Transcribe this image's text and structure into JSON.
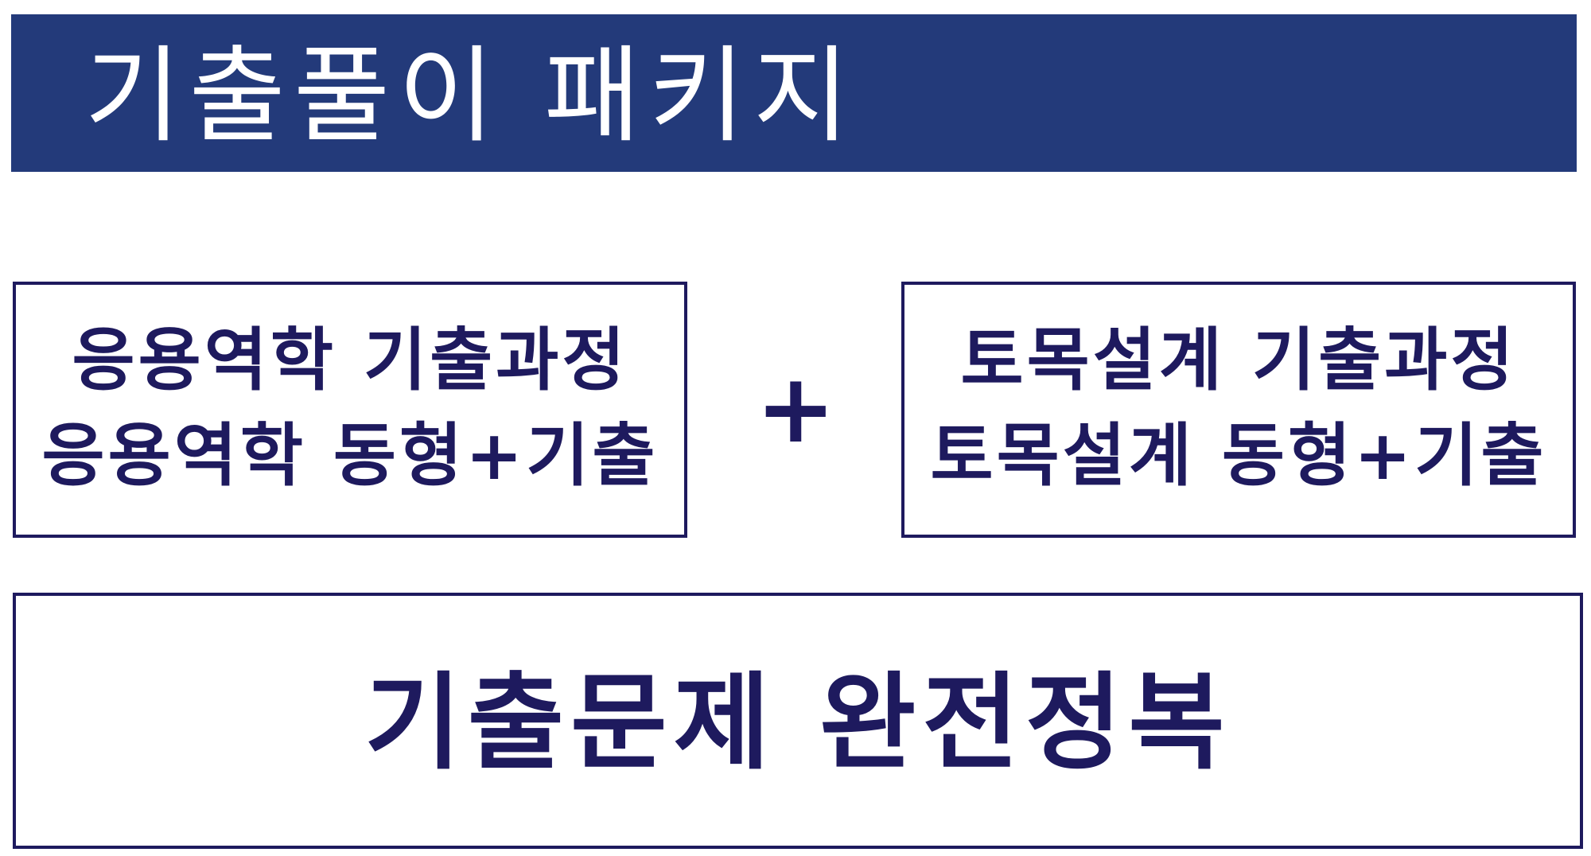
{
  "banner": {
    "title": "기출풀이 패키지",
    "background": "#233a7a"
  },
  "left_box": {
    "line1": "응용역학 기출과정",
    "line2": "응용역학 동형+기출"
  },
  "plus": "+",
  "right_box": {
    "line1": "토목설계 기출과정",
    "line2": "토목설계 동형+기출"
  },
  "bottom_box": {
    "text": "기출문제 완전정복"
  },
  "colors": {
    "text": "#1e1a5e",
    "banner": "#233a7a"
  }
}
